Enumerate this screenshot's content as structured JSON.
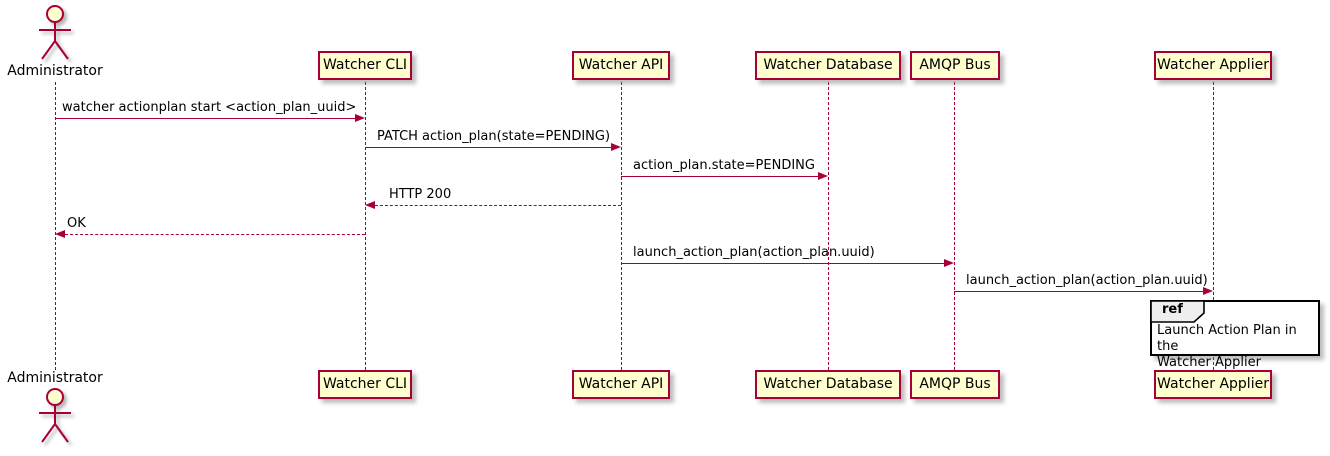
{
  "diagram": {
    "kind": "uml-sequence-diagram",
    "colors": {
      "accent": "#A80036",
      "participant_fill": "#FEFECE",
      "ref_header_fill": "#EEEEEE",
      "ref_border": "#000000",
      "background": "#FFFFFF"
    },
    "actor": {
      "label": "Administrator"
    },
    "participants": [
      {
        "label": "Watcher CLI"
      },
      {
        "label": "Watcher API"
      },
      {
        "label": "Watcher Database"
      },
      {
        "label": "AMQP Bus"
      },
      {
        "label": "Watcher Applier"
      }
    ],
    "messages": [
      {
        "from": "Administrator",
        "to": "Watcher CLI",
        "label": "watcher actionplan start <action_plan_uuid>",
        "line": "solid",
        "direction": "right"
      },
      {
        "from": "Watcher CLI",
        "to": "Watcher API",
        "label": "PATCH action_plan(state=PENDING)",
        "line": "solid",
        "direction": "right"
      },
      {
        "from": "Watcher API",
        "to": "Watcher Database",
        "label": "action_plan.state=PENDING",
        "line": "solid",
        "direction": "right"
      },
      {
        "from": "Watcher API",
        "to": "Watcher CLI",
        "label": "HTTP 200",
        "line": "dashed",
        "direction": "left"
      },
      {
        "from": "Watcher CLI",
        "to": "Administrator",
        "label": "OK",
        "line": "dashed",
        "direction": "left"
      },
      {
        "from": "Watcher API",
        "to": "AMQP Bus",
        "label": "launch_action_plan(action_plan.uuid)",
        "line": "solid",
        "direction": "right"
      },
      {
        "from": "AMQP Bus",
        "to": "Watcher Applier",
        "label": "launch_action_plan(action_plan.uuid)",
        "line": "solid",
        "direction": "right"
      }
    ],
    "ref": {
      "keyword": "ref",
      "over": "Watcher Applier",
      "line1": "Launch Action Plan in the",
      "line2": "Watcher Applier"
    }
  }
}
